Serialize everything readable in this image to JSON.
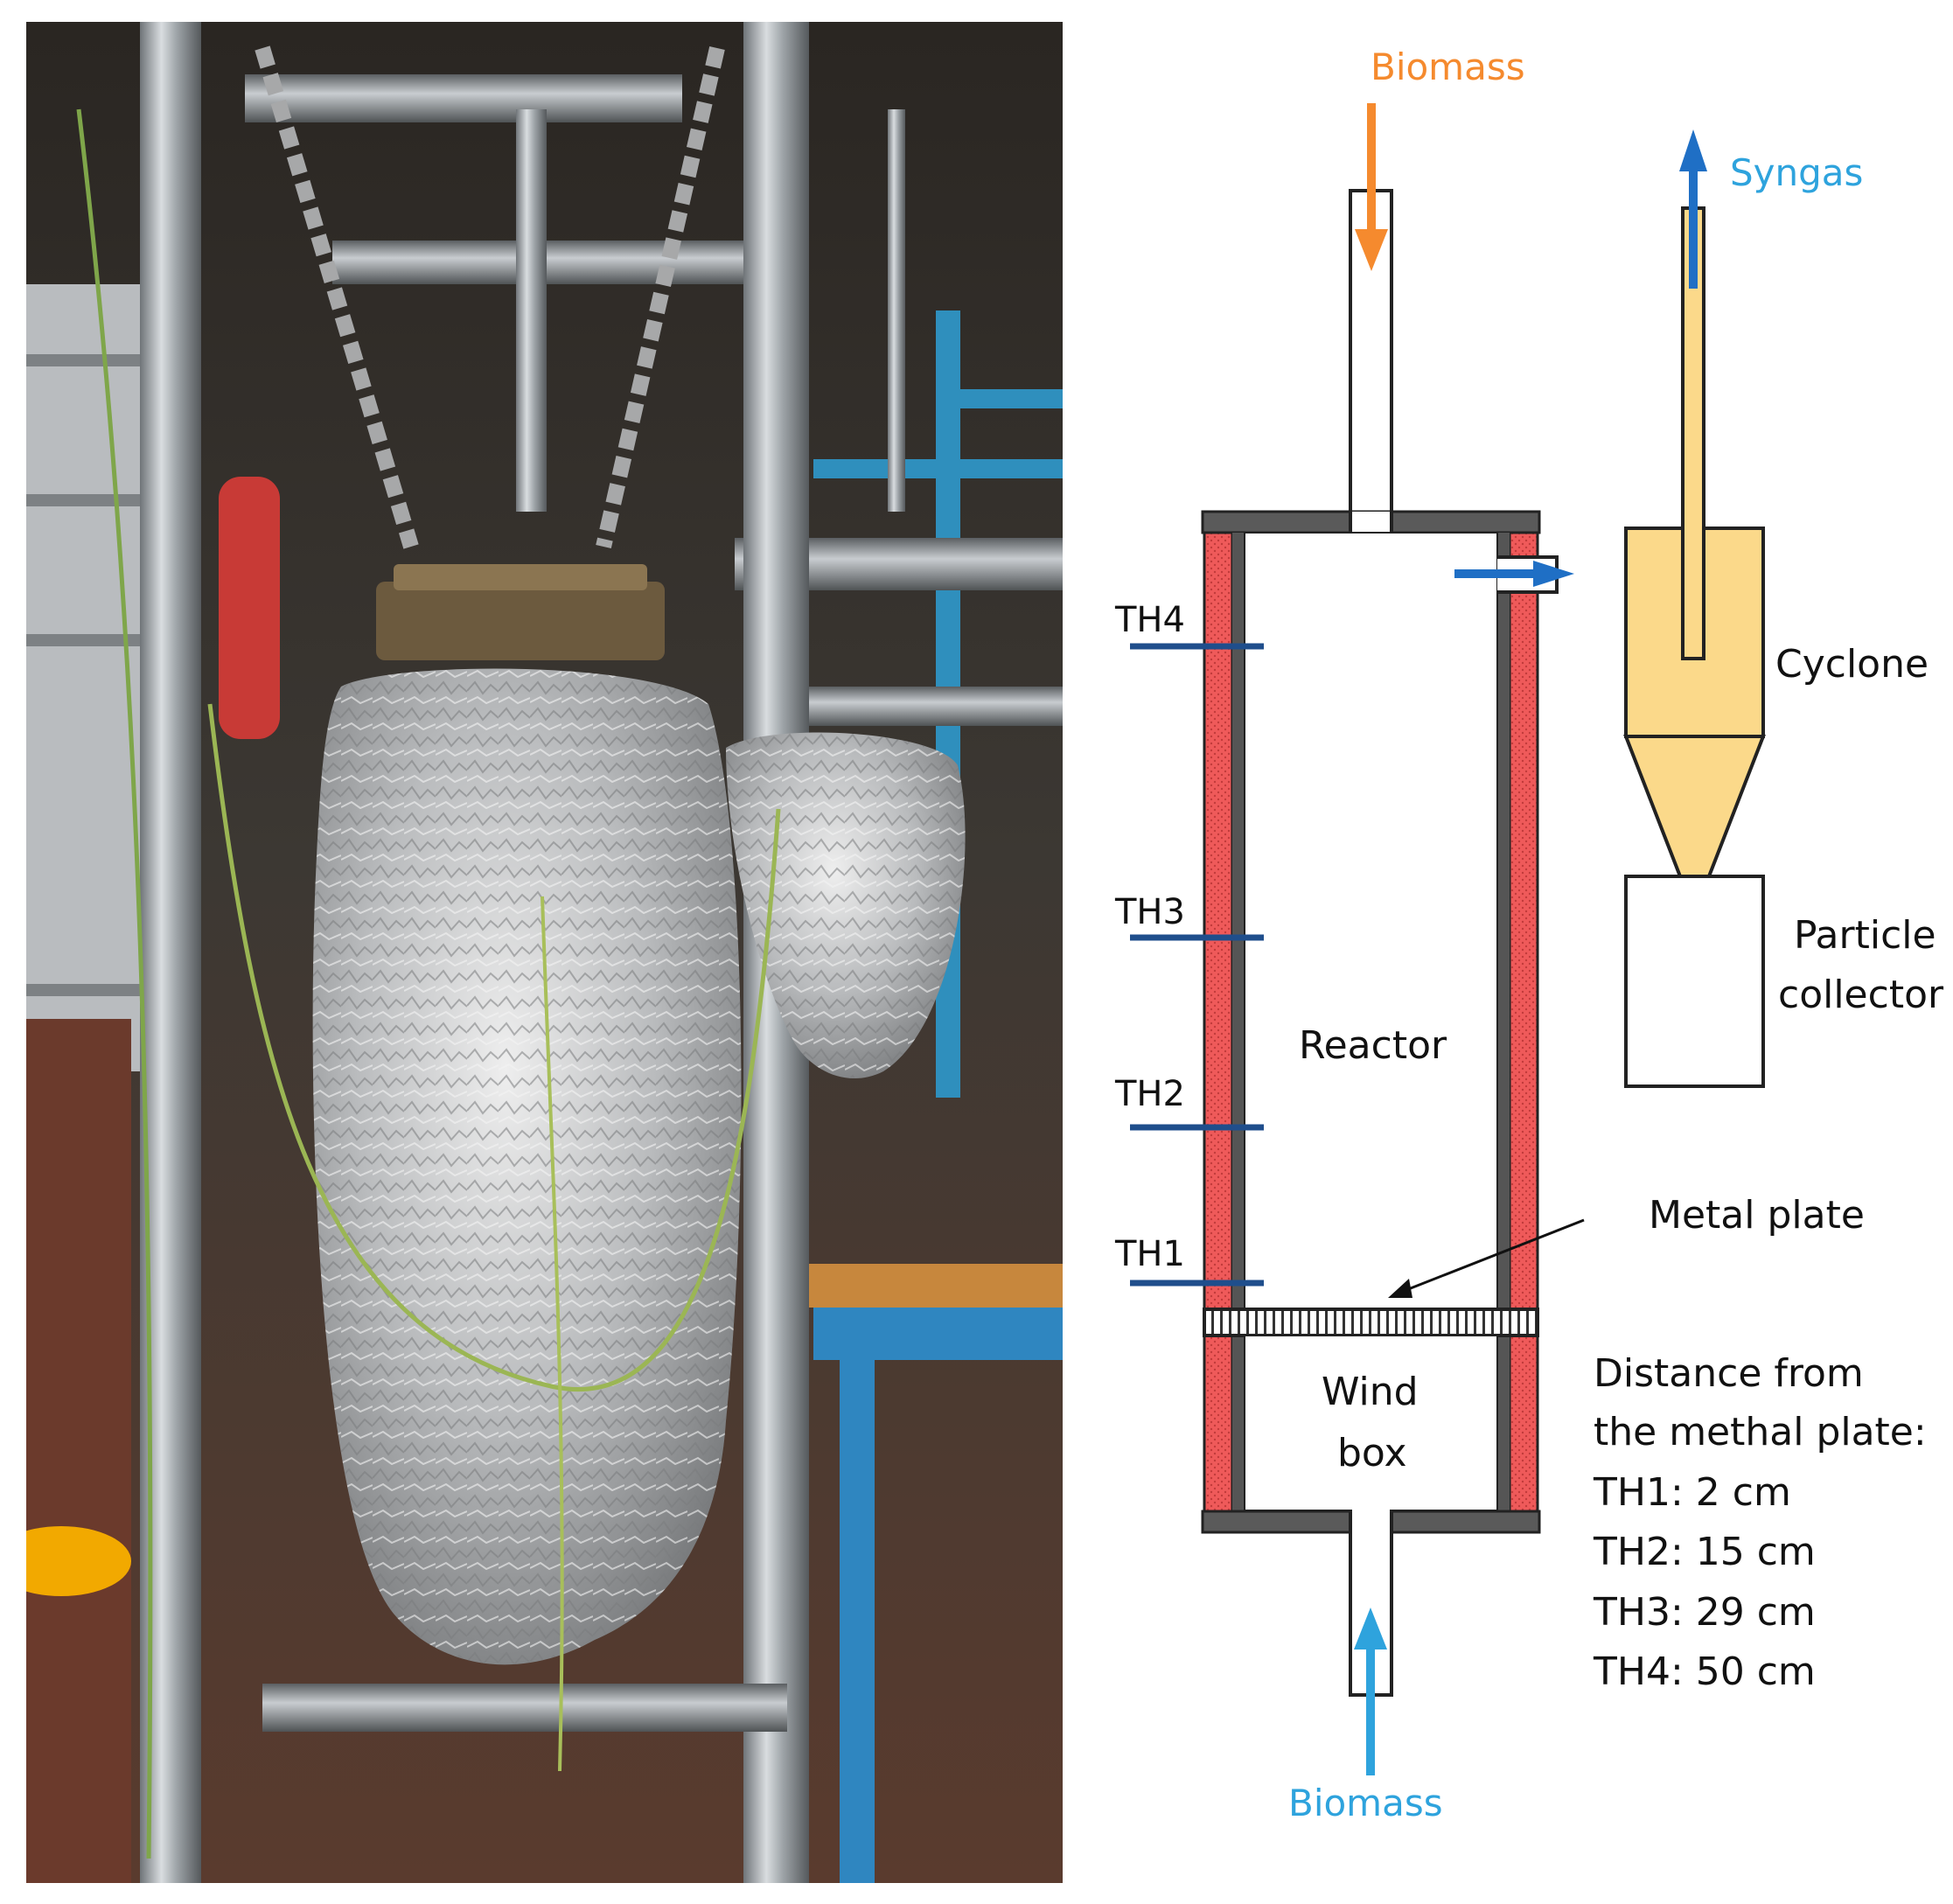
{
  "figure": {
    "photo": {
      "description_icon": "photo-icon"
    },
    "diagram": {
      "biomass_top": "Biomass",
      "biomass_bottom": "Biomass",
      "syngas": "Syngas",
      "cyclone": "Cyclone",
      "particle_collector_line1": "Particle",
      "particle_collector_line2": "collector",
      "reactor": "Reactor",
      "wind_box_line1": "Wind",
      "wind_box_line2": "box",
      "metal_plate": "Metal plate",
      "thermocouples": [
        "TH4",
        "TH3",
        "TH2",
        "TH1"
      ],
      "distance_title_line1": "Distance from",
      "distance_title_line2": "the methal plate:",
      "distances": [
        "TH1: 2 cm",
        "TH2: 15 cm",
        "TH3: 29 cm",
        "TH4: 50 cm"
      ],
      "colors": {
        "biomass_top": "#f58a2e",
        "biomass_bottom": "#2ea3dd",
        "syngas": "#2ea3dd",
        "arrow_blue": "#1f6fc5",
        "insulation": "#ef5a5a",
        "wall": "#555555",
        "cyclone_fill": "#fbd98a",
        "thermocouple": "#1f4e8c"
      }
    }
  }
}
